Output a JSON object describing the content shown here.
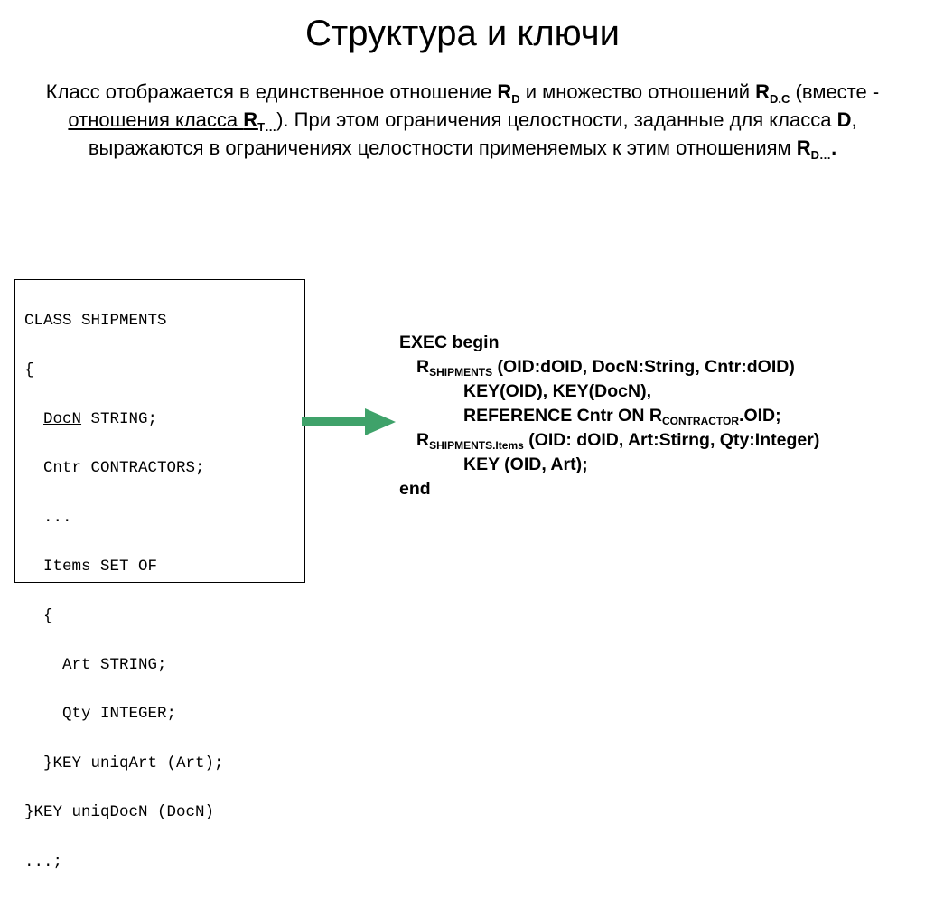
{
  "slide": {
    "title": "Структура и ключи"
  },
  "intro": {
    "t1": "Класс отображается в единственное отношение ",
    "r": "R",
    "sub_d": "D",
    "t2": " и множество отношений ",
    "sub_dc": "D.C",
    "t3": " (вместе - ",
    "u1": "отношения класса ",
    "sub_t": "T…",
    "t4": "). При этом ограничения целостности, заданные для класса ",
    "d_bold": "D",
    "t5": ", выражаются в ограничениях целостности применяемых к этим отношениям ",
    "sub_d2": "D…",
    "dot": "."
  },
  "code": {
    "l1": "CLASS SHIPMENTS",
    "l2": "{",
    "l3_pre": "  ",
    "l3_u": "DocN",
    "l3_post": " STRING;",
    "l4": "  Cntr CONTRACTORS;",
    "l5": "  ...",
    "l6": "  Items SET OF",
    "l7": "  {",
    "l8_pre": "    ",
    "l8_u": "Art",
    "l8_post": " STRING;",
    "l9": "    Qty INTEGER;",
    "l10": "  }KEY uniqArt (Art);",
    "l11": "}KEY uniqDocN (DocN)",
    "l12": "...;"
  },
  "exec": {
    "l1": "EXEC begin",
    "r": "R",
    "l2_sub": "SHIPMENTS",
    "l2_rest": " (OID:dOID, DocN:String, Cntr:dOID)",
    "l3": "KEY(OID),  KEY(DocN),",
    "l4_pre": "REFERENCE  Cntr ON R",
    "l4_sub": "CONTRACTOR",
    "l4_post": ".OID;",
    "l5_sub": "SHIPMENTS.Items",
    "l5_rest": " (OID: dOID, Art:Stirng, Qty:Integer)",
    "l6": "KEY (OID, Art);",
    "l7": "end"
  },
  "colors": {
    "arrow": "#3fa26a"
  },
  "icons": {
    "arrow": "right-arrow-icon"
  }
}
